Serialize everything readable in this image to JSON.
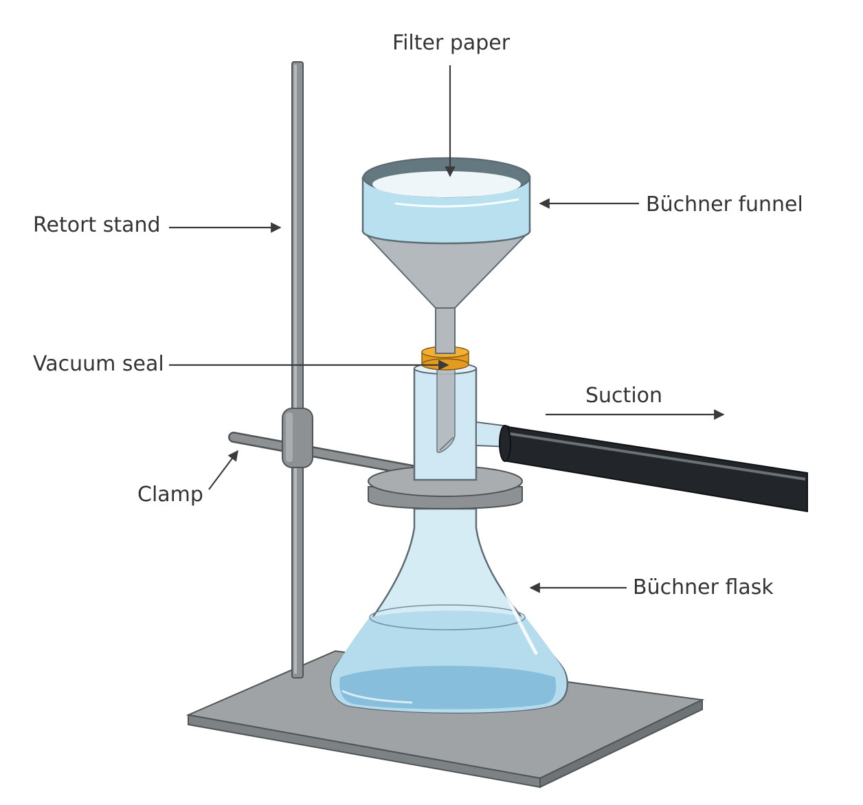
{
  "labels": {
    "filter_paper": "Filter paper",
    "buchner_funnel": "Büchner funnel",
    "retort_stand": "Retort stand",
    "vacuum_seal": "Vacuum seal",
    "suction": "Suction",
    "clamp": "Clamp",
    "buchner_flask": "Büchner flask"
  },
  "colors": {
    "label_text": "#333333",
    "arrow": "#3a3a3a",
    "glass_blue": "#b9e0ef",
    "glass_outline": "#5c6b73",
    "liquid": "#86bedc",
    "funnel_grey": "#b4b9bd",
    "stand_grey": "#8d9194",
    "seal_orange": "#f2b134",
    "tube_black": "#22262a"
  }
}
